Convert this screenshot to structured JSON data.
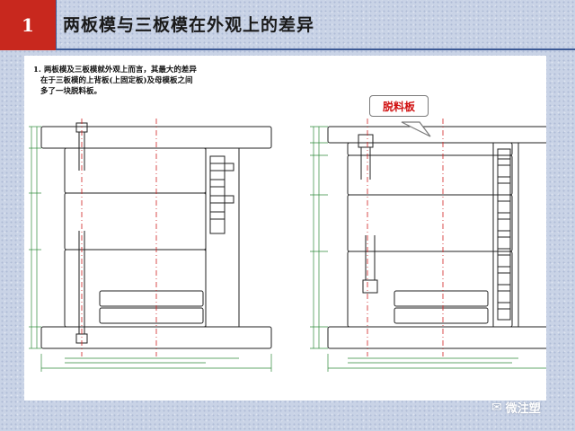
{
  "slide": {
    "number": "1",
    "title": "两板模与三板模在外观上的差异"
  },
  "note": {
    "lines": [
      "1. 两板模及三板模就外观上而言，其最大的差异",
      "在于三板模的上背板(上固定板)及母模板之间",
      "多了一块脱料板。"
    ]
  },
  "callout": {
    "label": "脱料板"
  },
  "watermark": {
    "icon": "wechat-icon",
    "text": "微注塑"
  },
  "colors": {
    "slide_number_bg": "#c8281e",
    "title_rule": "#3d5a96",
    "callout_text": "#d01010",
    "dimension_lines": "#2f8a3a",
    "center_lines": "#d02020",
    "drawing_lines": "#222222"
  }
}
